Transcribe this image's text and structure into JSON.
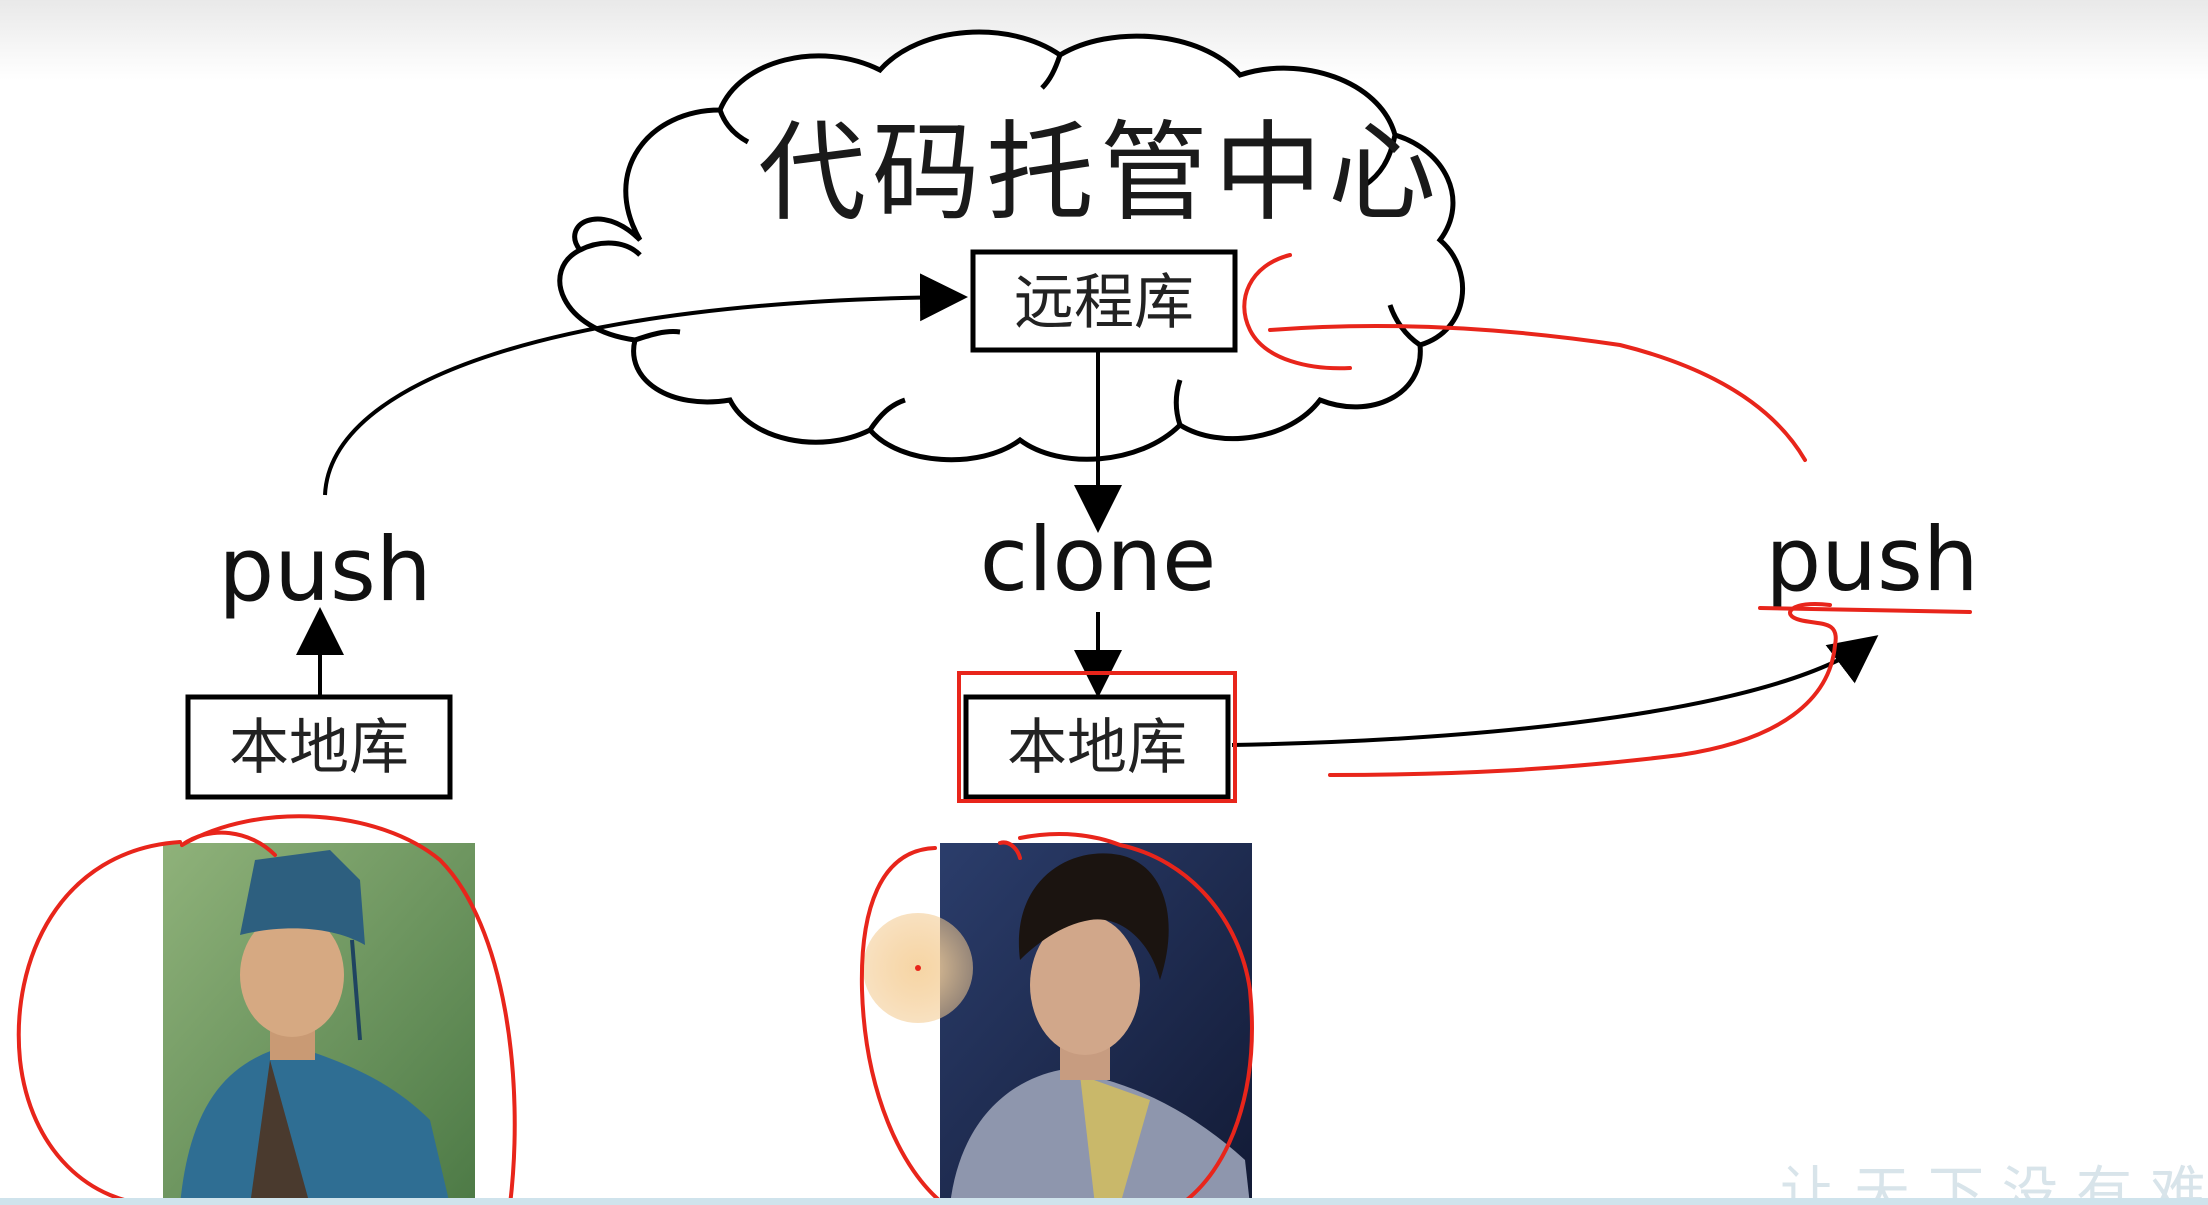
{
  "cloud": {
    "title": "代码托管中心"
  },
  "remote_repo": {
    "label": "远程库"
  },
  "left_branch": {
    "action": "push",
    "local_repo": "本地库"
  },
  "middle_branch": {
    "action": "clone",
    "local_repo": "本地库"
  },
  "right_branch": {
    "action": "push"
  },
  "colors": {
    "annotation": "#e8251b",
    "line": "#000000",
    "photo_left_bg": "#6f9a5c",
    "photo_right_bg": "#1e2c55",
    "cursor_highlight": "#f3c98e"
  },
  "watermark": {
    "text": "让天下没有难学"
  }
}
